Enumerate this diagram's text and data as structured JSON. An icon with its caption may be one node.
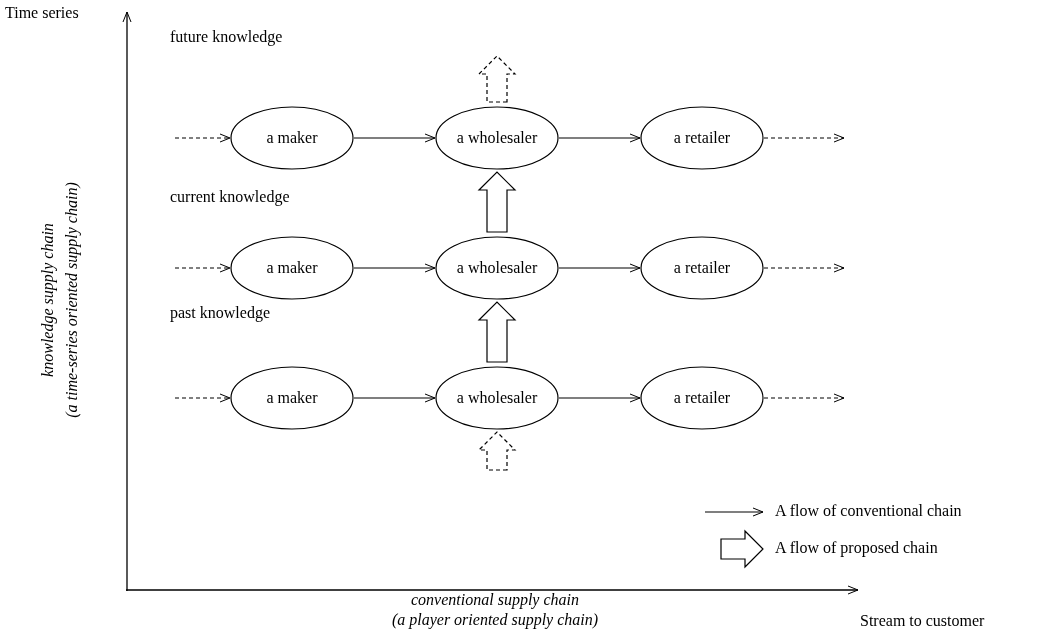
{
  "diagram": {
    "nodes": [
      {
        "text": [
          "a maker"
        ]
      },
      {
        "text": [
          "a wholesaler"
        ]
      },
      {
        "text": [
          "a retailer"
        ]
      },
      {
        "text": [
          "a maker"
        ]
      },
      {
        "text": [
          "a wholesaler"
        ]
      },
      {
        "text": [
          "a retailer"
        ]
      },
      {
        "text": [
          "a maker"
        ]
      },
      {
        "text": [
          "a wholesaler"
        ]
      },
      {
        "text": [
          "a retailer"
        ]
      }
    ],
    "edges": [
      {
        "from": null,
        "to": 0,
        "arrow": "to",
        "style": "dashed"
      },
      {
        "from": 0,
        "to": 1,
        "arrow": "to"
      },
      {
        "from": 1,
        "to": 2,
        "arrow": "to"
      },
      {
        "from": 2,
        "to": null,
        "arrow": "to",
        "style": "dashed"
      },
      {
        "from": null,
        "to": 3,
        "arrow": "to",
        "style": "dashed"
      },
      {
        "from": 3,
        "to": 4,
        "arrow": "to"
      },
      {
        "from": 4,
        "to": 5,
        "arrow": "to"
      },
      {
        "from": 5,
        "to": null,
        "arrow": "to",
        "style": "dashed"
      },
      {
        "from": null,
        "to": 6,
        "arrow": "to",
        "style": "dashed"
      },
      {
        "from": 6,
        "to": 7,
        "arrow": "to"
      },
      {
        "from": 7,
        "to": 8,
        "arrow": "to"
      },
      {
        "from": 8,
        "to": null,
        "arrow": "to",
        "style": "dashed"
      },
      {
        "from": 1,
        "to": null,
        "arrow": "to",
        "style": "dashed"
      },
      {
        "from": 4,
        "to": 1,
        "arrow": "to",
        "style": "thick"
      },
      {
        "from": 7,
        "to": 4,
        "arrow": "to",
        "style": "thick"
      },
      {
        "from": null,
        "to": 7,
        "arrow": "to",
        "style": "dashed"
      }
    ],
    "labels": [
      "Time series",
      "future knowledge",
      "current knowledge",
      "past knowledge",
      "knowledge supply chain",
      "(a time-series oriented supply chain)",
      "conventional supply chain",
      "(a player oriented supply chain)",
      "Stream to customer"
    ],
    "legend": [
      {
        "text": "A flow of conventional chain"
      },
      {
        "text": "A flow of proposed chain"
      }
    ]
  }
}
